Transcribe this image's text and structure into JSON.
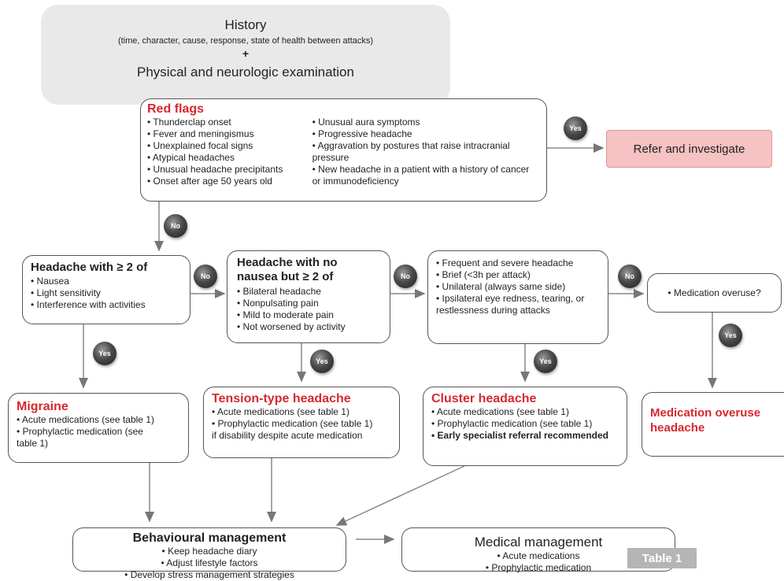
{
  "history": {
    "title": "History",
    "subtitle": "(time, character, cause, response, state of health between attacks)",
    "plus": "+",
    "exam": "Physical and neurologic examination"
  },
  "red_flags": {
    "title": "Red flags",
    "left": [
      "Thunderclap onset",
      "Fever and meningismus",
      "Unexplained focal signs",
      "Atypical headaches",
      "Unusual headache precipitants",
      "Onset after age 50 years old"
    ],
    "right": [
      "Unusual aura symptoms",
      "Progressive headache",
      "Aggravation by postures that raise intracranial pressure",
      "New headache in a patient with a history of cancer or immunodeficiency"
    ]
  },
  "refer": "Refer and investigate",
  "labels": {
    "yes": "Yes",
    "no": "No"
  },
  "migraine_criteria": {
    "title": "Headache with ≥ 2 of",
    "items": [
      "Nausea",
      "Light sensitivity",
      "Interference with activities"
    ]
  },
  "tension_criteria": {
    "title": "Headache with no nausea but ≥ 2 of",
    "items": [
      "Bilateral headache",
      "Nonpulsating pain",
      "Mild to moderate pain",
      "Not worsened by activity"
    ]
  },
  "cluster_criteria": {
    "items": [
      "Frequent and severe headache",
      "Brief (<3h per attack)",
      "Unilateral (always same side)",
      "Ipsilateral eye redness, tearing, or restlessness during attacks"
    ]
  },
  "overuse_question": "Medication overuse?",
  "migraine": {
    "title": "Migraine",
    "items": [
      "Acute medications (see table 1)",
      "Prophylactic medication (see table 1)"
    ]
  },
  "tension": {
    "title": "Tension-type headache",
    "items": [
      "Acute medications (see table 1)",
      "Prophylactic medication (see table 1)"
    ],
    "note": "if disability despite acute medication"
  },
  "cluster": {
    "title": "Cluster headache",
    "items": [
      "Acute medications (see table 1)",
      "Prophylactic medication (see table 1)"
    ],
    "bold_item": "Early specialist referral recommended"
  },
  "overuse": {
    "title": "Medication overuse headache"
  },
  "behavioural": {
    "title": "Behavioural management",
    "items": [
      "Keep headache diary",
      "Adjust lifestyle factors",
      "Develop stress management strategies"
    ]
  },
  "medical": {
    "title": "Medical management",
    "items": [
      "Acute medications",
      "Prophylactic medication"
    ]
  },
  "table_tag": "Table 1",
  "colors": {
    "accent_red": "#d7282f",
    "refer_fill": "#f6c2c2",
    "history_fill": "#e9e9e9",
    "tag_fill": "#b5b5b5"
  }
}
